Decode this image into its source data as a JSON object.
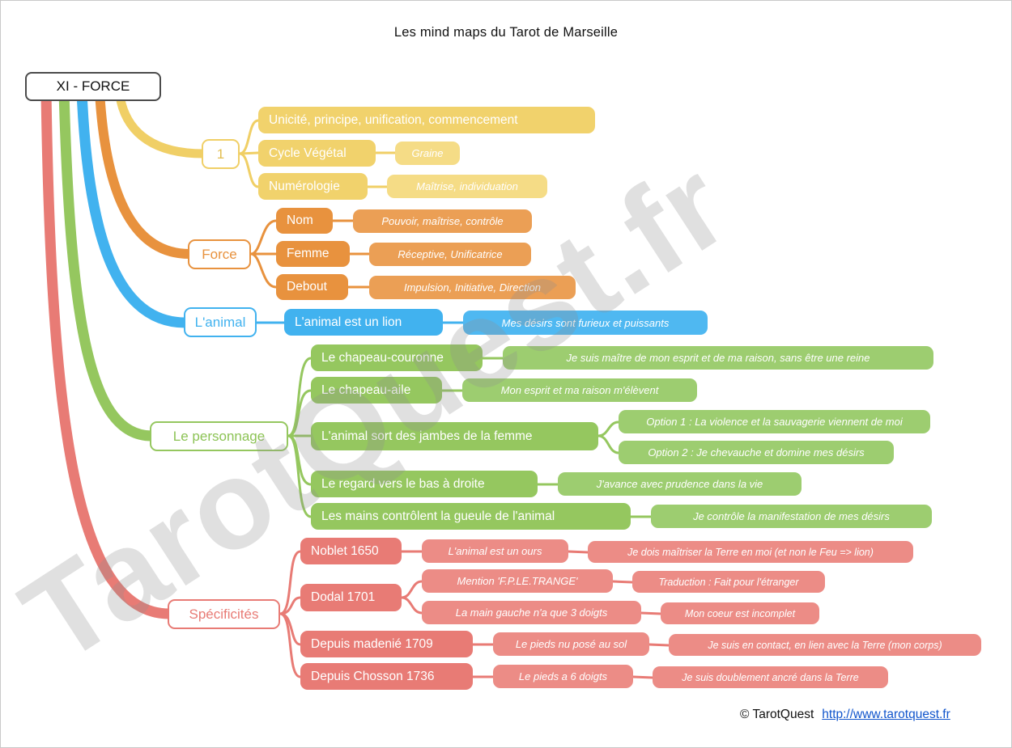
{
  "title": "Les mind maps du Tarot de Marseille",
  "watermark": "TarotQuest.fr",
  "root": {
    "label": "XI - FORCE"
  },
  "footer": {
    "copyright": "© TarotQuest",
    "link": "http://www.tarotquest.fr"
  },
  "colors": {
    "yellow": "#F0CF66",
    "orange": "#E8923E",
    "blue": "#41B2EF",
    "green": "#95C75F",
    "red": "#E87B75"
  },
  "branches": [
    {
      "label": "1",
      "color": "#F0CF66",
      "nodes": [
        {
          "label": "Unicité, principe, unification, commencement"
        },
        {
          "label": "Cycle Végétal",
          "note": "Graine"
        },
        {
          "label": "Numérologie",
          "note": "Maîtrise, individuation"
        }
      ]
    },
    {
      "label": "Force",
      "color": "#E8923E",
      "nodes": [
        {
          "label": "Nom",
          "note": "Pouvoir, maîtrise, contrôle"
        },
        {
          "label": "Femme",
          "note": "Réceptive, Unificatrice"
        },
        {
          "label": "Debout",
          "note": "Impulsion, Initiative, Direction"
        }
      ]
    },
    {
      "label": "L'animal",
      "color": "#41B2EF",
      "nodes": [
        {
          "label": "L'animal est un lion",
          "note": "Mes désirs sont furieux et puissants"
        }
      ]
    },
    {
      "label": "Le personnage",
      "color": "#95C75F",
      "nodes": [
        {
          "label": "Le chapeau-couronne",
          "note": "Je suis maître de mon esprit et de ma raison, sans être une reine"
        },
        {
          "label": "Le chapeau-aile",
          "note": "Mon esprit et ma raison m'élèvent"
        },
        {
          "label": "L'animal sort des jambes de la femme",
          "options": [
            "Option 1 : La violence et la sauvagerie viennent de moi",
            "Option 2 : Je chevauche et domine mes désirs"
          ]
        },
        {
          "label": "Le regard vers le bas à droite",
          "note": "J'avance avec prudence dans la vie"
        },
        {
          "label": "Les mains contrôlent la gueule de l'animal",
          "note": "Je contrôle la manifestation de mes désirs"
        }
      ]
    },
    {
      "label": "Spécificités",
      "color": "#E87B75",
      "nodes": [
        {
          "label": "Noblet 1650",
          "note": "L'animal est un ours",
          "subnote": "Je dois maîtriser la Terre en moi (et non le Feu => lion)"
        },
        {
          "label": "Dodal 1701",
          "rows": [
            {
              "note": "Mention 'F.P.LE.TRANGE'",
              "subnote": "Traduction : Fait pour l'étranger"
            },
            {
              "note": "La main gauche n'a que 3 doigts",
              "subnote": "Mon coeur est incomplet"
            }
          ]
        },
        {
          "label": "Depuis madenié 1709",
          "note": "Le pieds nu posé au sol",
          "subnote": "Je suis en contact, en lien avec la Terre (mon corps)"
        },
        {
          "label": "Depuis Chosson 1736",
          "note": "Le pieds a 6 doigts",
          "subnote": "Je suis doublement ancré dans la Terre"
        }
      ]
    }
  ]
}
